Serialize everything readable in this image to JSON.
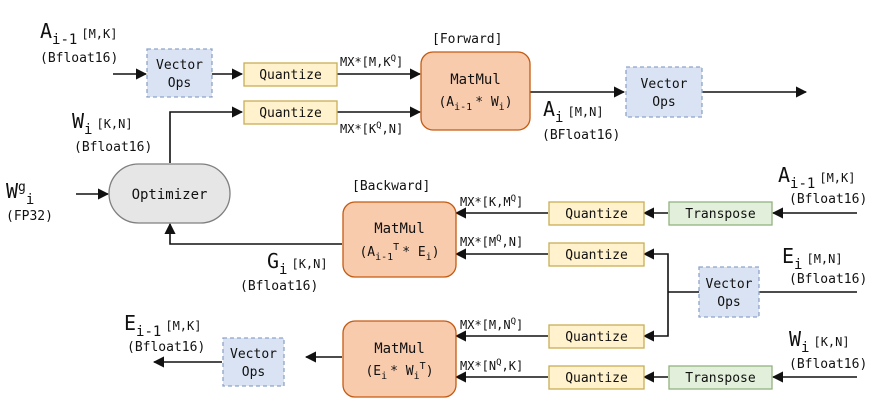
{
  "colors": {
    "vector_ops_fill": "#dae3f3",
    "vector_ops_stroke": "#8ea3c9",
    "quantize_fill": "#fff2cc",
    "quantize_stroke": "#c9ad56",
    "matmul_fill": "#f8cbad",
    "matmul_stroke": "#c55a11",
    "transpose_fill": "#e2efda",
    "transpose_stroke": "#93b27f",
    "optimizer_fill": "#e7e6e6",
    "optimizer_stroke": "#7f7f7f"
  },
  "sections": {
    "forward": "[Forward]",
    "backward": "[Backward]"
  },
  "boxes": {
    "vector_ops_line1": "Vector",
    "vector_ops_line2": "Ops",
    "quantize": "Quantize",
    "transpose": "Transpose",
    "matmul": "MatMul",
    "optimizer": "Optimizer"
  },
  "matmul_ops": {
    "forward": {
      "a": "(A",
      "a_sub": "i-1",
      "b": "* W",
      "b_sub": "i",
      "close": ")"
    },
    "backward_weight": {
      "a": "(A",
      "a_sub": "i-1",
      "a_sup": "T",
      "b": "* E",
      "b_sub": "i",
      "close": ")"
    },
    "backward_data": {
      "a": "(E",
      "a_sub": "i",
      "b": "* W",
      "b_sub": "i",
      "b_sup": "T",
      "close": ")"
    }
  },
  "tensors": {
    "a_prev_in": {
      "sym": "A",
      "sub": "i-1",
      "dim": "[M,K]",
      "dtype": "(Bfloat16)"
    },
    "w_in": {
      "sym": "W",
      "sub": "i",
      "dim": "[K,N]",
      "dtype": "(Bfloat16)"
    },
    "wg_in": {
      "sym": "W",
      "sup": "g",
      "sub": "i",
      "dtype": "(FP32)"
    },
    "a_out": {
      "sym": "A",
      "sub": "i",
      "dim": "[M,N]",
      "dtype": "(BFloat16)"
    },
    "g_out": {
      "sym": "G",
      "sub": "i",
      "dim": "[K,N]",
      "dtype": "(Bfloat16)"
    },
    "a_prev_bw": {
      "sym": "A",
      "sub": "i-1",
      "dim": "[M,K]",
      "dtype": "(Bfloat16)"
    },
    "e_in": {
      "sym": "E",
      "sub": "i",
      "dim": "[M,N]",
      "dtype": "(Bfloat16)"
    },
    "e_prev_out": {
      "sym": "E",
      "sub": "i-1",
      "dim": "[M,K]",
      "dtype": "(Bfloat16)"
    },
    "w_bw": {
      "sym": "W",
      "sub": "i",
      "dim": "[K,N]",
      "dtype": "(Bfloat16)"
    }
  },
  "edge_labels": {
    "fw_a": {
      "pre": "MX*[M,K",
      "sup": "Q",
      "post": "]"
    },
    "fw_w": {
      "pre": "MX*[K",
      "sup": "Q",
      "post": ",N]"
    },
    "bw_a": {
      "pre": "MX*[K,M",
      "sup": "Q",
      "post": "]"
    },
    "bw_e1": {
      "pre": "MX*[M",
      "sup": "Q",
      "post": ",N]"
    },
    "bw_e2": {
      "pre": "MX*[M,N",
      "sup": "Q",
      "post": "]"
    },
    "bw_w": {
      "pre": "MX*[N",
      "sup": "Q",
      "post": ",K]"
    }
  }
}
